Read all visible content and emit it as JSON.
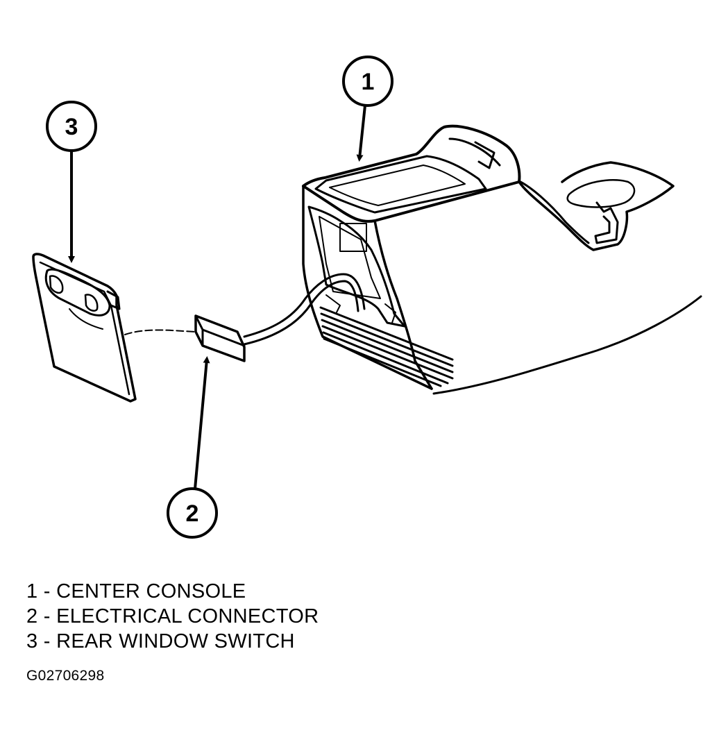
{
  "callouts": [
    {
      "number": "1",
      "target": "center-console"
    },
    {
      "number": "2",
      "target": "electrical-connector"
    },
    {
      "number": "3",
      "target": "rear-window-switch"
    }
  ],
  "legend": [
    {
      "text": "1 - CENTER CONSOLE"
    },
    {
      "text": "2 - ELECTRICAL CONNECTOR"
    },
    {
      "text": "3 - REAR WINDOW SWITCH"
    }
  ],
  "figure_id": "G02706298",
  "colors": {
    "line": "#000000",
    "background": "#ffffff"
  }
}
